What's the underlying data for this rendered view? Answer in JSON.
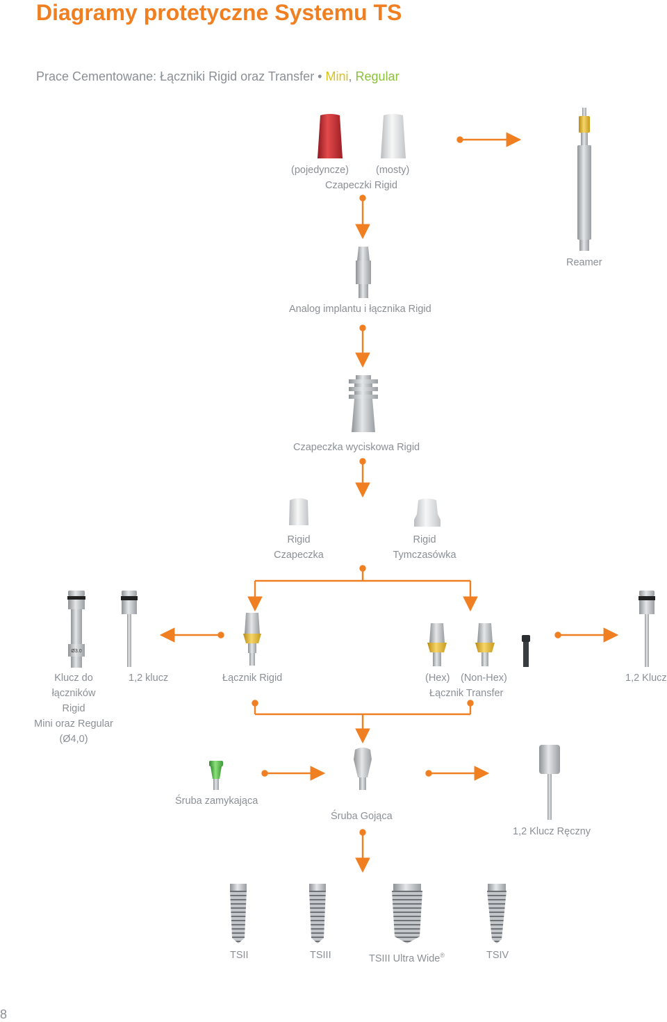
{
  "title": "Diagramy protetyczne Systemu TS",
  "subtitle": {
    "main": "Prace Cementowane: Łączniki Rigid oraz Transfer • ",
    "mini": "Mini",
    "sep": ", ",
    "regular": "Regular"
  },
  "colors": {
    "accent": "#f07f22",
    "mini": "#d9c21b",
    "regular": "#8cbf3f",
    "text": "#8a8f96"
  },
  "caps": {
    "single": "(pojedyncze)",
    "bridge": "(mosty)",
    "name": "Czapeczki Rigid"
  },
  "reamer": "Reamer",
  "analog": "Analog implantu i łącznika Rigid",
  "impression_cap": "Czapeczka wyciskowa Rigid",
  "rigid_cap": {
    "line1": "Rigid",
    "line2": "Czapeczka"
  },
  "rigid_temp": {
    "line1": "Rigid",
    "line2": "Tymczasówka"
  },
  "abutment_key": {
    "line1": "Klucz do",
    "line2": "łączników",
    "line3": "Rigid",
    "line4": "Mini oraz Regular",
    "line5": "(Ø4,0)"
  },
  "key12": "1,2 klucz",
  "rigid_abutment": "Łącznik Rigid",
  "transfer": {
    "hex": "(Hex)",
    "nonhex": "(Non-Hex)",
    "name": "Łącznik Transfer"
  },
  "key12_right": "1,2 Klucz",
  "closing_screw": "Śruba zamykająca",
  "healing_screw": "Śruba Gojąca",
  "hand_key": "1,2 Klucz Ręczny",
  "implants": {
    "tsii": "TSII",
    "tsiii": "TSIII",
    "tsiii_uw": "TSIII Ultra Wide",
    "tsiii_uw_mark": "®",
    "tsiv": "TSIV"
  },
  "key_marking": "Ø3.0",
  "page_number": "8"
}
